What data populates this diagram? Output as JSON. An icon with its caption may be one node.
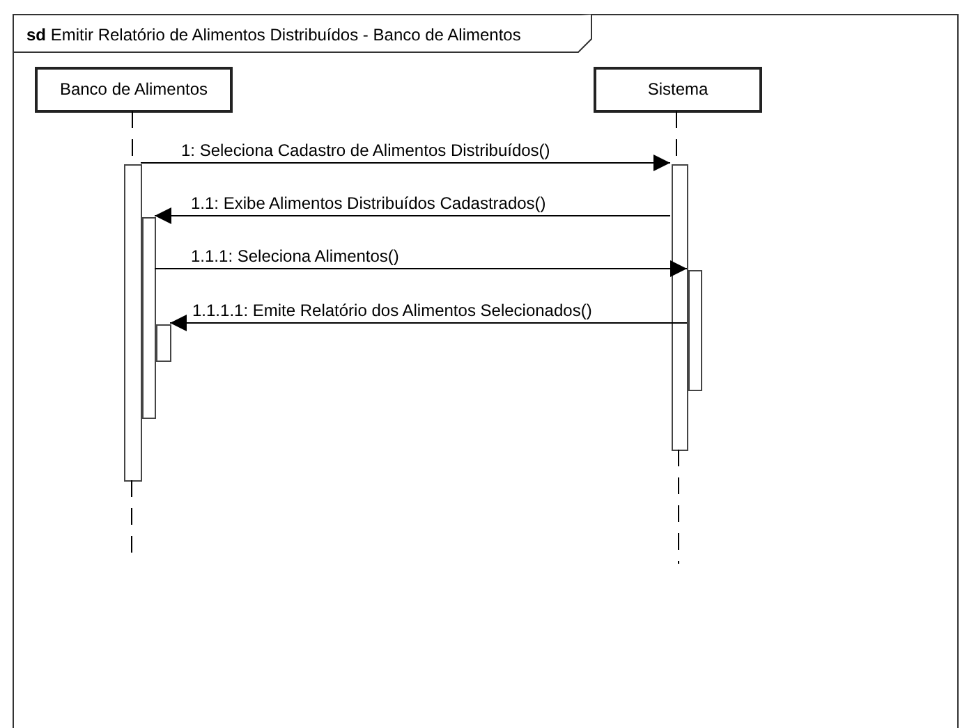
{
  "diagram": {
    "nodes": [
      {
        "text": [
          "**sd** Emitir Relatório de Alimentos Distribuídos - Banco de Alimentos"
        ]
      },
      {
        "text": [
          "Banco de Alimentos"
        ],
        "in": 0
      },
      {
        "text": [
          "Sistema"
        ],
        "in": 0
      },
      {
        "text": [],
        "shape": "bar",
        "in": 0
      },
      {
        "text": [],
        "shape": "bar",
        "in": 0
      },
      {
        "text": [],
        "shape": "bar",
        "in": 0
      },
      {
        "text": [],
        "shape": "bar",
        "in": 0
      },
      {
        "text": [],
        "shape": "bar",
        "in": 0
      }
    ],
    "edges": [
      {
        "from": 1,
        "to": 3,
        "arrow": "none",
        "style": "dashed"
      },
      {
        "from": 2,
        "to": 6,
        "arrow": "none",
        "style": "dashed"
      },
      {
        "from": 3,
        "to": 6,
        "arrow": "to",
        "label": "1: Seleciona Cadastro de Alimentos Distribuídos()"
      },
      {
        "from": 6,
        "to": 4,
        "arrow": "to",
        "label": "1.1: Exibe Alimentos Distribuídos Cadastrados()"
      },
      {
        "from": 4,
        "to": 7,
        "arrow": "to",
        "label": "1.1.1: Seleciona Alimentos()"
      },
      {
        "from": 7,
        "to": 5,
        "arrow": "to",
        "label": "1.1.1.1: Emite Relatório dos Alimentos Selecionados()"
      }
    ]
  }
}
